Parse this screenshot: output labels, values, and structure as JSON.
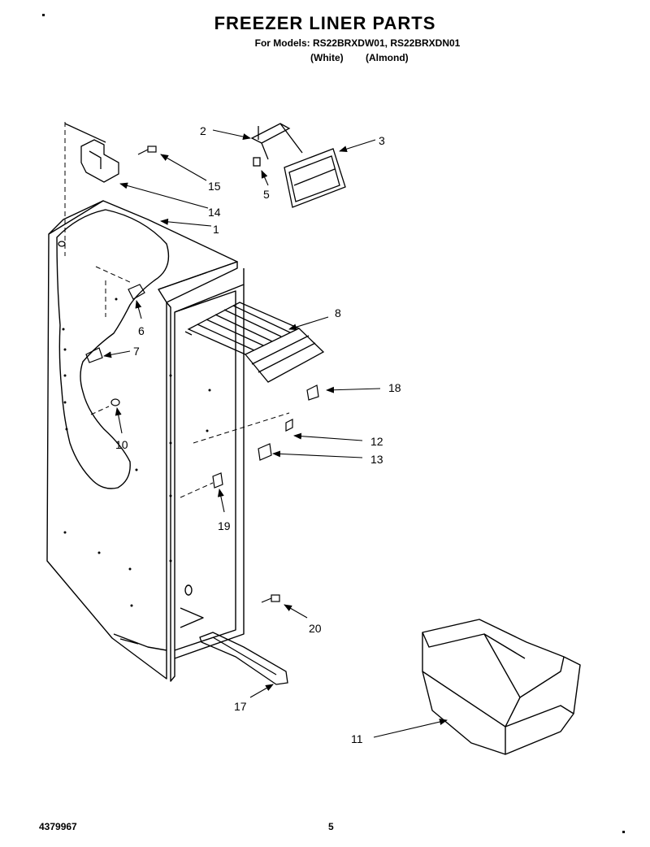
{
  "header": {
    "title": "FREEZER LINER PARTS",
    "models": "For Models: RS22BRXDW01, RS22BRXDN01",
    "finish_white": "(White)",
    "finish_almond": "(Almond)"
  },
  "callouts": [
    {
      "id": "c1",
      "label": "1"
    },
    {
      "id": "c2",
      "label": "2"
    },
    {
      "id": "c3",
      "label": "3"
    },
    {
      "id": "c5",
      "label": "5"
    },
    {
      "id": "c6",
      "label": "6"
    },
    {
      "id": "c7",
      "label": "7"
    },
    {
      "id": "c8",
      "label": "8"
    },
    {
      "id": "c10",
      "label": "10"
    },
    {
      "id": "c11",
      "label": "11"
    },
    {
      "id": "c12",
      "label": "12"
    },
    {
      "id": "c13",
      "label": "13"
    },
    {
      "id": "c14",
      "label": "14"
    },
    {
      "id": "c15",
      "label": "15"
    },
    {
      "id": "c17",
      "label": "17"
    },
    {
      "id": "c18",
      "label": "18"
    },
    {
      "id": "c19",
      "label": "19"
    },
    {
      "id": "c20",
      "label": "20"
    }
  ],
  "footer": {
    "part_number": "4379967",
    "page_number": "5"
  }
}
